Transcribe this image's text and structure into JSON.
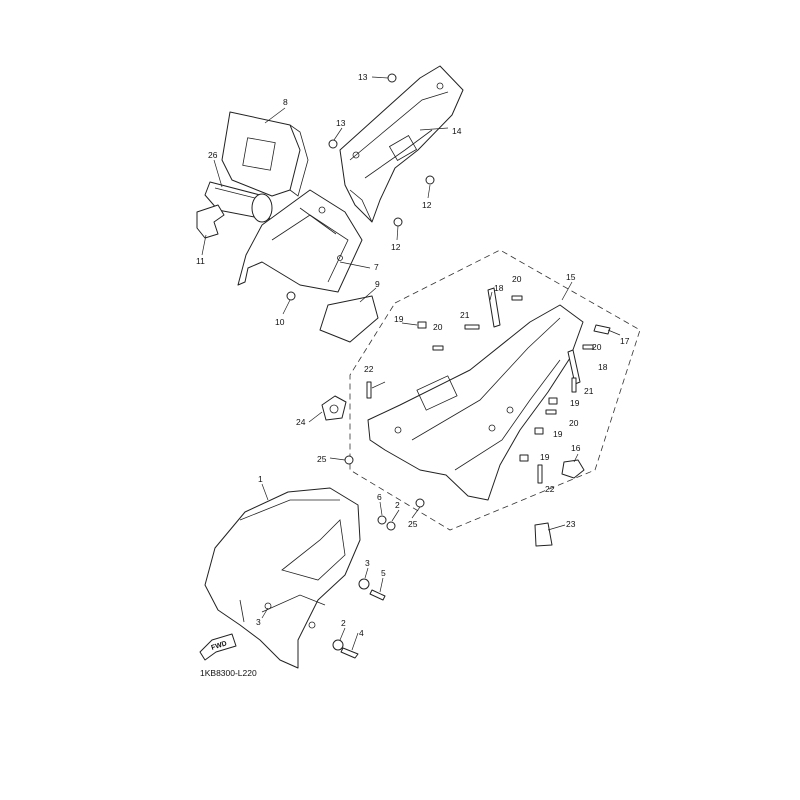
{
  "diagram_code": "1KB8300-L220",
  "fwd_arrow_label": "FWD",
  "callouts": {
    "c1": "1",
    "c2a": "2",
    "c2b": "2",
    "c3a": "3",
    "c3b": "3",
    "c4": "4",
    "c5": "5",
    "c6": "6",
    "c7": "7",
    "c8": "8",
    "c9": "9",
    "c10": "10",
    "c11": "11",
    "c12a": "12",
    "c12b": "12",
    "c13a": "13",
    "c13b": "13",
    "c14": "14",
    "c15": "15",
    "c16": "16",
    "c17": "17",
    "c18a": "18",
    "c18b": "18",
    "c19a": "19",
    "c19b": "19",
    "c19c": "19",
    "c19d": "19",
    "c20a": "20",
    "c20b": "20",
    "c20c": "20",
    "c20d": "20",
    "c21a": "21",
    "c21b": "21",
    "c22a": "22",
    "c22b": "22",
    "c23": "23",
    "c24": "24",
    "c25a": "25",
    "c25b": "25",
    "c26": "26"
  }
}
